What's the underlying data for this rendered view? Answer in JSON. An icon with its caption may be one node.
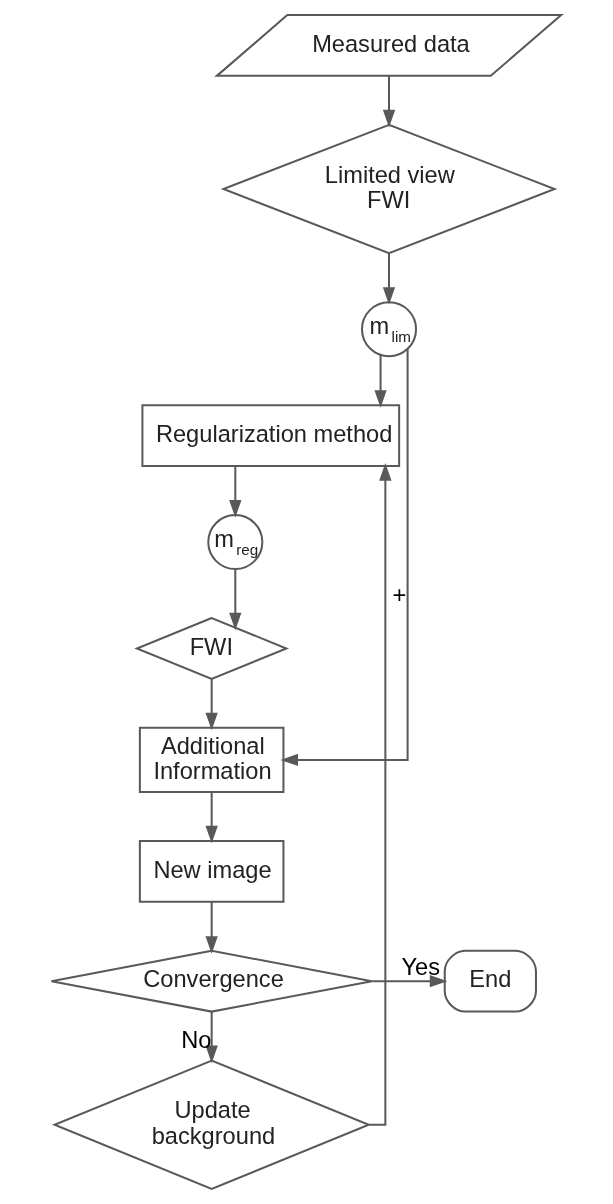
{
  "diagram": {
    "nodes": [
      {
        "text": [
          "Measured data"
        ]
      },
      {
        "text": [
          "Limited view FWI"
        ]
      },
      {
        "text": [
          "m$_{lim}$"
        ]
      },
      {
        "text": [
          "Regularization method"
        ]
      },
      {
        "text": [
          "m$_{reg}$"
        ]
      },
      {
        "text": [
          "FWI"
        ]
      },
      {
        "text": [
          "Additional Information"
        ]
      },
      {
        "text": [
          "New image"
        ]
      },
      {
        "text": [
          "Convergence"
        ]
      },
      {
        "text": [
          "End"
        ]
      },
      {
        "text": [
          "Update background"
        ]
      }
    ],
    "edges": [
      {
        "from": 0,
        "to": 1,
        "arrow": "to"
      },
      {
        "from": 1,
        "to": 2,
        "arrow": "to"
      },
      {
        "from": 2,
        "to": 3,
        "arrow": "to"
      },
      {
        "from": 3,
        "to": 4,
        "arrow": "to"
      },
      {
        "from": 4,
        "to": 5,
        "arrow": "to"
      },
      {
        "from": 5,
        "to": 6,
        "arrow": "to"
      },
      {
        "from": 2,
        "to": 6,
        "arrow": "to",
        "label": "+"
      },
      {
        "from": 6,
        "to": 7,
        "arrow": "to"
      },
      {
        "from": 7,
        "to": 8,
        "arrow": "to"
      },
      {
        "from": 8,
        "to": 9,
        "arrow": "to",
        "label": "Yes"
      },
      {
        "from": 8,
        "to": 10,
        "arrow": "to",
        "label": "No"
      },
      {
        "from": 10,
        "to": 3,
        "arrow": "to"
      }
    ]
  }
}
